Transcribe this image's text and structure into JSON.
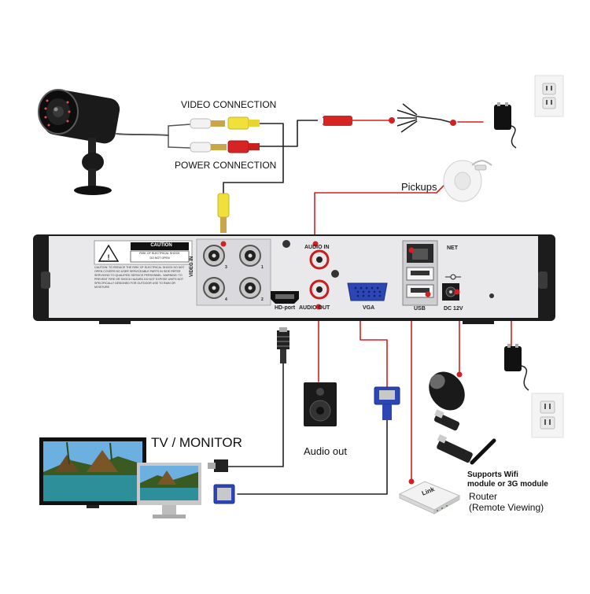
{
  "labels": {
    "video_connection": "VIDEO CONNECTION",
    "power_connection": "POWER CONNECTION",
    "pickups": "Pickups",
    "tv_monitor": "TV / MONITOR",
    "audio_out_device": "Audio out",
    "supports_wifi_line1": "Supports Wifi",
    "supports_wifi_line2": "module or 3G module",
    "router_line1": "Router",
    "router_line2": "(Remote Viewing)",
    "router_brand": "Link"
  },
  "panel": {
    "caution_title": "CAUTION",
    "caution_sub1": "RISK OF ELECTRICAL SHOCK",
    "caution_sub2": "DO NOT OPEN",
    "caution_body": "CAUTION: TO REDUCE THE RISK OF ELECTRICAL SHOCK DO NOT OPEN COVERS NO USER SERVICEABLE PARTS IN SIDE REFER SERVICING TO QUALIFIED SERVICE PERSONNEL. WARNING: TO PREVENT FIRE OR SHOCK HAZARD DO NOT EXPOSE UNITS NOT SPECIFICALLY DESIGNED FOR OUTDOOR USE TO RAIN OR MOISTURE",
    "video_in": "VIDEO IN",
    "audio_in": "AUDIO IN",
    "audio_out": "AUDIO OUT",
    "hd_port": "HD-port",
    "vga": "VGA",
    "usb": "USB",
    "net": "NET",
    "dc12v": "DC 12V",
    "bnc_numbers": [
      "3",
      "1",
      "4",
      "2"
    ]
  },
  "colors": {
    "wire_red": "#d32020",
    "wire_black": "#222222",
    "panel_face": "#e9e9ec",
    "chassis": "#1c1c1c",
    "rca_yellow": "#f2e03a",
    "rca_red": "#d62424",
    "vga_blue": "#2c46b4"
  }
}
